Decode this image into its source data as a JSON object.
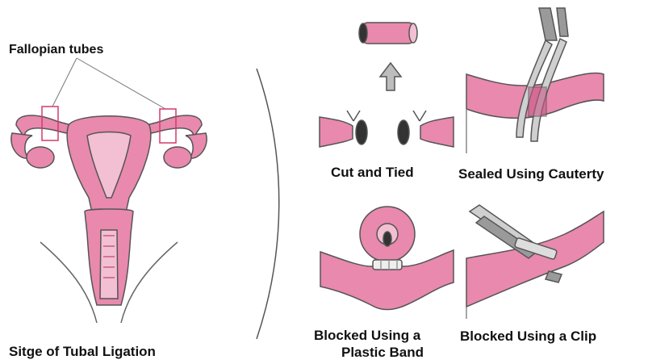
{
  "labels": {
    "fallopian_tubes": "Fallopian tubes",
    "main_caption": "Sitge of Tubal Ligation",
    "cut_tied": "Cut and Tied",
    "cautery": "Sealed Using Cauterty",
    "band_line1": "Blocked Using a",
    "band_line2": "Plastic Band",
    "clip": "Blocked Using a Clip"
  },
  "colors": {
    "tissue": "#e889ad",
    "tissue_light": "#f3bfd2",
    "tissue_dark": "#c85a86",
    "outline": "#555555",
    "highlight_box": "#d33a6a",
    "instrument": "#9a9a9a"
  }
}
